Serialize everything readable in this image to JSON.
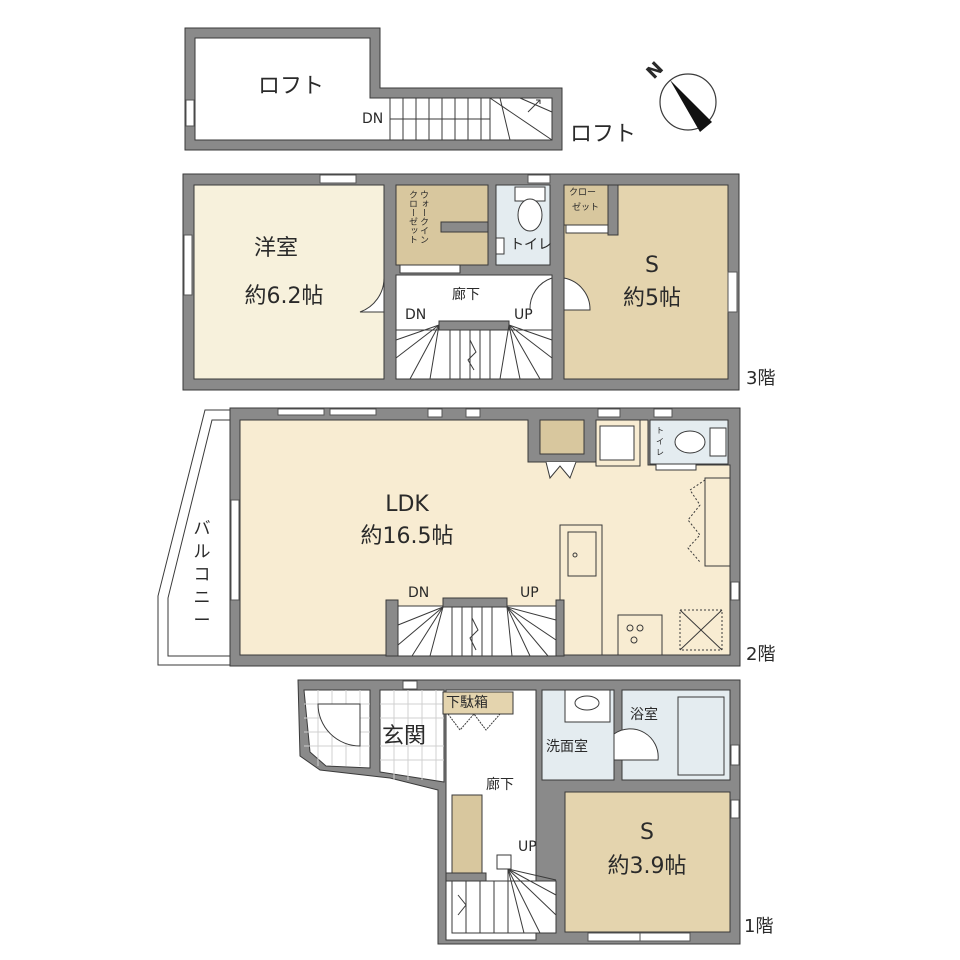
{
  "colors": {
    "wall": "#8a8a8a",
    "wall_edge": "#3a3a3a",
    "wood_light": "#f7f1dc",
    "ldk_floor": "#f8ecd2",
    "room_s": "#e4d4ae",
    "storage": "#d8c79e",
    "wet": "#e4ecf0",
    "tile": "#ffffff"
  },
  "compass": {
    "label": "N"
  },
  "floors": {
    "loft": {
      "floor_label": "ロフト",
      "rooms": {
        "loft": {
          "name": "ロフト"
        }
      },
      "stairs": {
        "dn": "DN"
      }
    },
    "f3": {
      "floor_label": "3階",
      "rooms": {
        "western": {
          "name": "洋室",
          "size": "約6.2帖"
        },
        "walkin": {
          "name": "ウォークインクローゼット",
          "line1": "ウォークイン",
          "line2": "クローゼット"
        },
        "toilet": {
          "name": "トイレ"
        },
        "closet": {
          "name": "クローゼット",
          "line1": "クロー",
          "line2": "ゼット"
        },
        "s_room": {
          "name": "S",
          "size": "約5帖"
        },
        "hall": {
          "name": "廊下"
        }
      },
      "stairs": {
        "dn": "DN",
        "up": "UP"
      }
    },
    "f2": {
      "floor_label": "2階",
      "rooms": {
        "ldk": {
          "name": "LDK",
          "size": "約16.5帖"
        },
        "balcony": {
          "name": "バルコニー",
          "chars": [
            "バ",
            "ル",
            "コ",
            "ニ",
            "ー"
          ]
        },
        "toilet": {
          "name": "トイレ",
          "chars": [
            "ト",
            "イ",
            "レ"
          ]
        }
      },
      "stairs": {
        "dn": "DN",
        "up": "UP"
      }
    },
    "f1": {
      "floor_label": "1階",
      "rooms": {
        "entrance": {
          "name": "玄関"
        },
        "shoe_box": {
          "name": "下駄箱"
        },
        "hall": {
          "name": "廊下"
        },
        "washroom": {
          "name": "洗面室"
        },
        "bath": {
          "name": "浴室"
        },
        "s_room": {
          "name": "S",
          "size": "約3.9帖"
        }
      },
      "stairs": {
        "up": "UP"
      }
    }
  }
}
